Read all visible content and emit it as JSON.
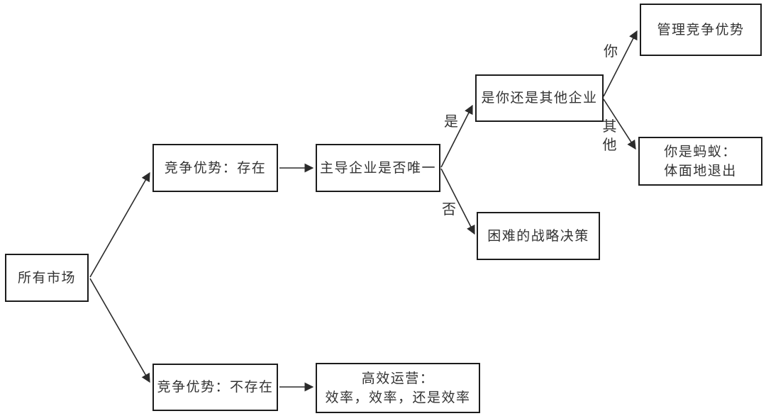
{
  "diagram": {
    "type": "decision-tree-flowchart",
    "background": "#ffffff",
    "line_color": "#2b2b2b",
    "border_color": "#1c1c1c",
    "text_color": "#333333",
    "nodes": {
      "all_markets": {
        "label": "所有市场"
      },
      "adv_exists": {
        "label": "竞争优势：存在"
      },
      "adv_not_exists": {
        "label": "竞争优势：不存在"
      },
      "dominant_unique": {
        "label": "主导企业是否唯一"
      },
      "you_or_others": {
        "label": "是你还是其他企业"
      },
      "difficult_decision": {
        "label": "困难的战略决策"
      },
      "manage_adv": {
        "label": "管理竞争优势"
      },
      "you_are_ant": {
        "line1": "你是蚂蚁：",
        "line2": "体面地退出"
      },
      "efficient_ops": {
        "line1": "高效运营：",
        "line2": "效率，效率，还是效率"
      }
    },
    "edge_labels": {
      "yes": "是",
      "no": "否",
      "you": "你",
      "other": "其他"
    },
    "edges": [
      {
        "from": "all_markets",
        "to": "adv_exists",
        "label": ""
      },
      {
        "from": "all_markets",
        "to": "adv_not_exists",
        "label": ""
      },
      {
        "from": "adv_exists",
        "to": "dominant_unique",
        "label": ""
      },
      {
        "from": "dominant_unique",
        "to": "you_or_others",
        "label": "是"
      },
      {
        "from": "dominant_unique",
        "to": "difficult_decision",
        "label": "否"
      },
      {
        "from": "you_or_others",
        "to": "manage_adv",
        "label": "你"
      },
      {
        "from": "you_or_others",
        "to": "you_are_ant",
        "label": "其他"
      },
      {
        "from": "adv_not_exists",
        "to": "efficient_ops",
        "label": ""
      }
    ]
  }
}
